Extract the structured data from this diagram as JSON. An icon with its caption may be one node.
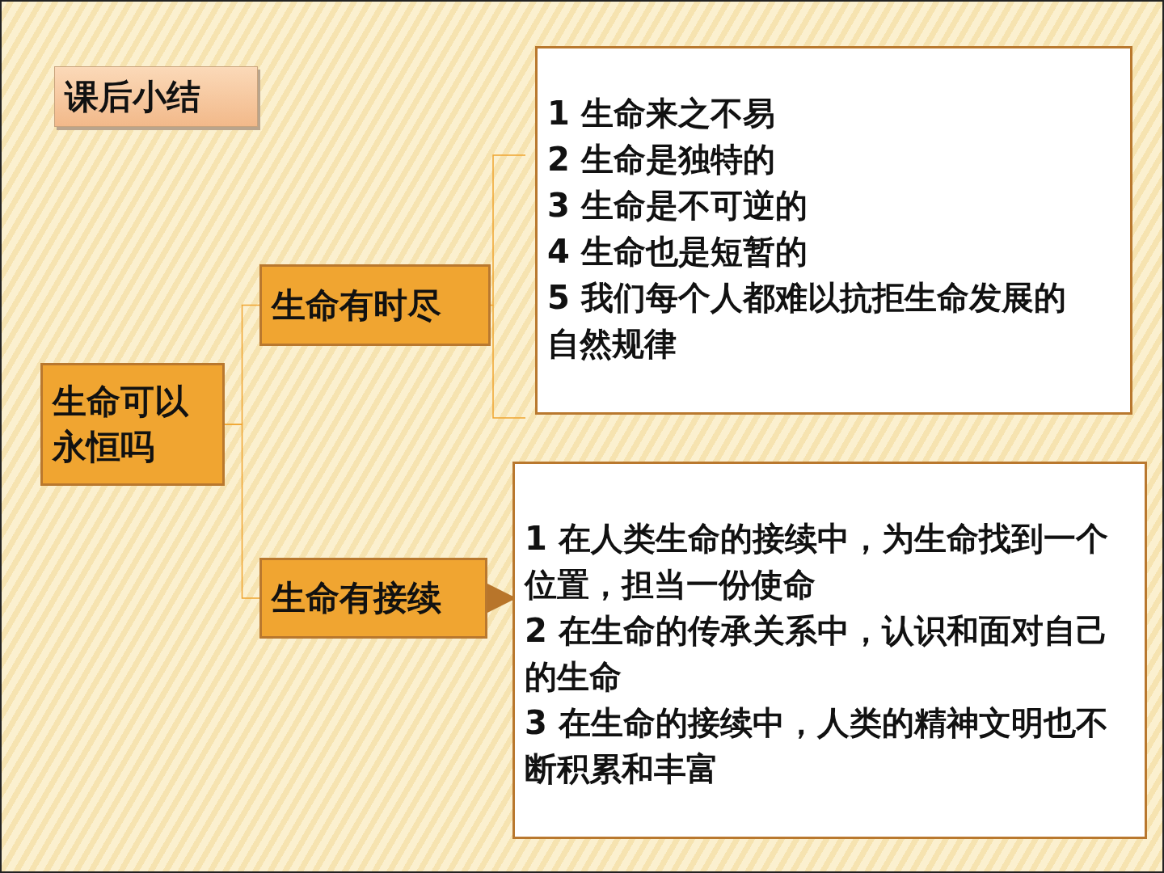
{
  "diagram": {
    "nodes": [
      {
        "text": [
          "课后小结"
        ]
      },
      {
        "text": [
          "生命可以永恒吗"
        ]
      },
      {
        "text": [
          "生命有时尽"
        ]
      },
      {
        "text": [
          "生命有接续"
        ]
      },
      {
        "text": [
          "1 生命来之不易",
          "2 生命是独特的",
          "3 生命是不可逆的",
          "4 生命也是短暂的",
          "5 我们每个人都难以抗拒生命发展的自然规律"
        ]
      },
      {
        "text": [
          "1 在人类生命的接续中，为生命找到一个位置，担当一份使命",
          "2 在生命的传承关系中，认识和面对自己的生命",
          "3 在生命的接续中，人类的精神文明也不断积累和丰富"
        ]
      }
    ],
    "edges": [
      {
        "from": 1,
        "to": 2,
        "arrow": "none"
      },
      {
        "from": 1,
        "to": 3,
        "arrow": "none"
      },
      {
        "from": 2,
        "to": 4,
        "arrow": "none"
      },
      {
        "from": 3,
        "to": 5,
        "arrow": "to",
        "style": "thick",
        "color": "#b8752a"
      }
    ]
  }
}
